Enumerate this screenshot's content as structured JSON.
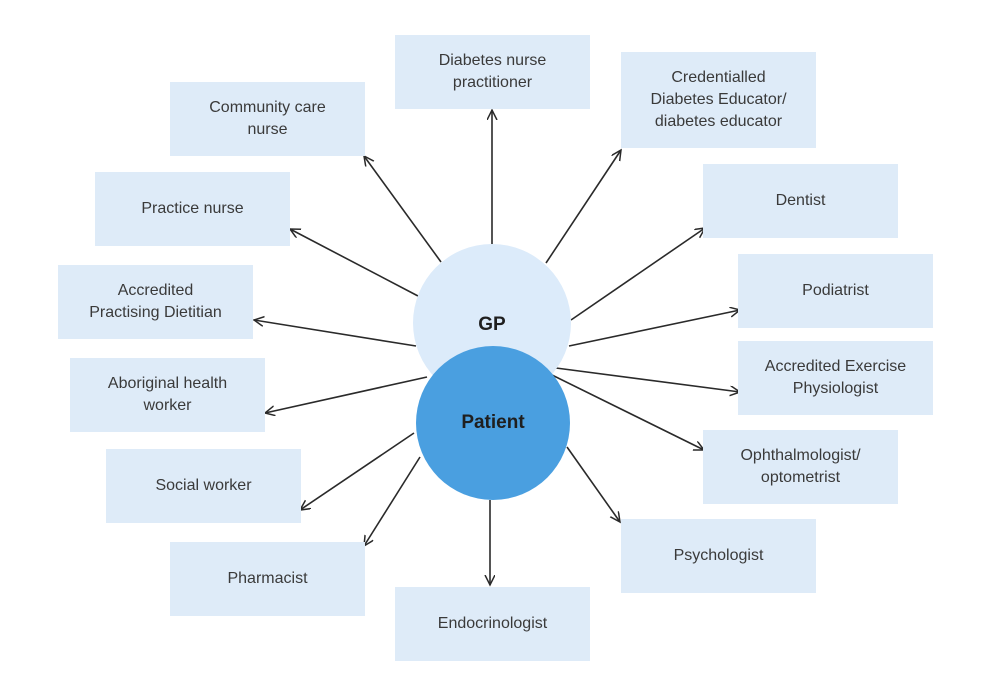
{
  "diagram": {
    "center_top": "GP",
    "center_bottom": "Patient",
    "colors": {
      "box_fill": "#deebf8",
      "gp_circle": "#dcebfa",
      "patient_circle": "#4a9fe0",
      "arrow": "#2a2a2a"
    },
    "nodes": [
      {
        "id": "diabetes-nurse-practitioner",
        "label": "Diabetes nurse\npractitioner"
      },
      {
        "id": "credentialled-diabetes-educator",
        "label": "Credentialled\nDiabetes Educator/\ndiabetes educator"
      },
      {
        "id": "dentist",
        "label": "Dentist"
      },
      {
        "id": "podiatrist",
        "label": "Podiatrist"
      },
      {
        "id": "accredited-exercise-physiologist",
        "label": "Accredited Exercise\nPhysiologist"
      },
      {
        "id": "ophthalmologist-optometrist",
        "label": "Ophthalmologist/\noptometrist"
      },
      {
        "id": "psychologist",
        "label": "Psychologist"
      },
      {
        "id": "endocrinologist",
        "label": "Endocrinologist"
      },
      {
        "id": "pharmacist",
        "label": "Pharmacist"
      },
      {
        "id": "social-worker",
        "label": "Social worker"
      },
      {
        "id": "aboriginal-health-worker",
        "label": "Aboriginal health\nworker"
      },
      {
        "id": "accredited-practising-dietitian",
        "label": "Accredited\nPractising Dietitian"
      },
      {
        "id": "practice-nurse",
        "label": "Practice nurse"
      },
      {
        "id": "community-care-nurse",
        "label": "Community care\nnurse"
      }
    ]
  }
}
